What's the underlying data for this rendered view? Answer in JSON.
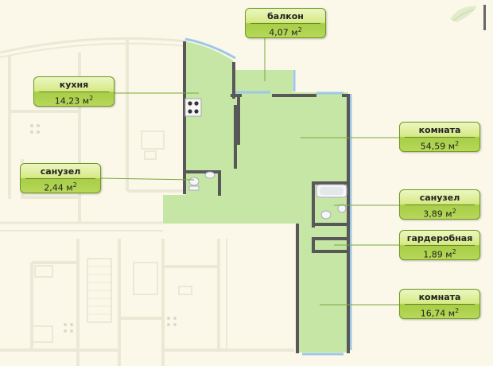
{
  "rooms": [
    {
      "id": "balcony",
      "name": "балкон",
      "area": "4,07"
    },
    {
      "id": "kitchen",
      "name": "кухня",
      "area": "14,23"
    },
    {
      "id": "bath1",
      "name": "санузел",
      "area": "2,44"
    },
    {
      "id": "room1",
      "name": "комната",
      "area": "54,59"
    },
    {
      "id": "bath2",
      "name": "санузел",
      "area": "3,89"
    },
    {
      "id": "wardrobe",
      "name": "гардеробная",
      "area": "1,89"
    },
    {
      "id": "room2",
      "name": "комната",
      "area": "16,74"
    }
  ],
  "unit": "м",
  "unit_power": "2",
  "colors": {
    "background": "#fbf8e9",
    "apartment_fill": "#c6e6a6",
    "wall": "#585858",
    "faded_wall": "#ebe8d6",
    "window": "#9ec8e6",
    "label_border": "#6e9a1e"
  },
  "icons": {
    "stove": "stove-icon",
    "bathtub": "bathtub-icon",
    "toilet": "toilet-icon",
    "sink": "sink-icon"
  }
}
